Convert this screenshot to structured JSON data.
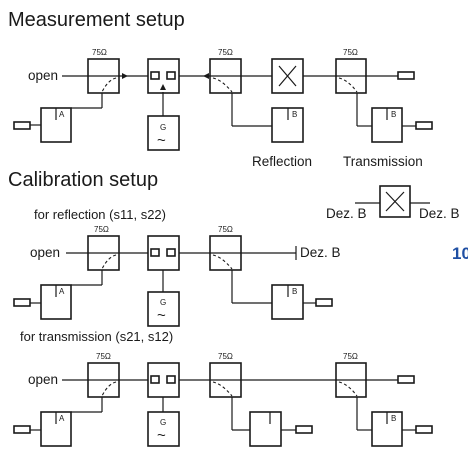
{
  "headings": {
    "measurement": "Measurement setup",
    "calibration": "Calibration setup",
    "for_reflection": "for reflection (s11, s22)",
    "for_transmission": "for transmission (s21, s12)"
  },
  "labels": {
    "open": "open",
    "ohm75": "75Ω",
    "port_a": "A",
    "port_b": "B",
    "generator": "G",
    "generator_symbol": "~",
    "reflection": "Reflection",
    "transmission": "Transmission",
    "dez_b": "Dez. B"
  },
  "page_number": "10"
}
